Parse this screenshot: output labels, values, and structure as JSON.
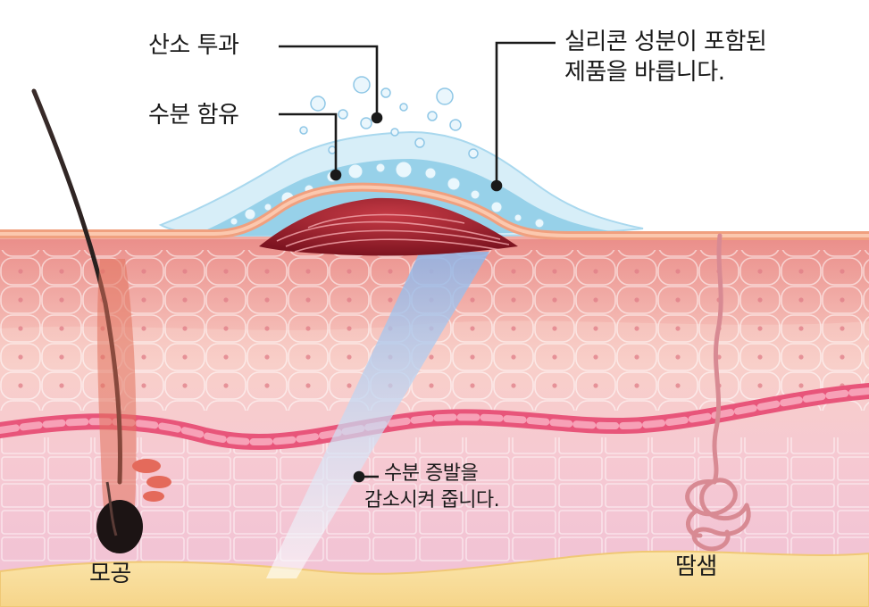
{
  "labels": {
    "oxygen": "산소 투과",
    "moisture": "수분 함유",
    "silicone_line1": "실리콘 성분이 포함된",
    "silicone_line2": "제품을 바릅니다.",
    "evaporation_line1": "수분 증발을",
    "evaporation_line2": "감소시켜 줍니다.",
    "pore": "모공",
    "sweat_gland": "땀샘"
  },
  "colors": {
    "gel_outer": "#cfe9f5",
    "gel_inner": "#8fcbe6",
    "skin_surface": "#f0a58a",
    "scar_red": "#9b1c2a",
    "dermis_pink": "#f3b7c4",
    "fat_yellow": "#fbe3a6",
    "hair": "#222222",
    "sweat_duct": "#d98c95"
  }
}
